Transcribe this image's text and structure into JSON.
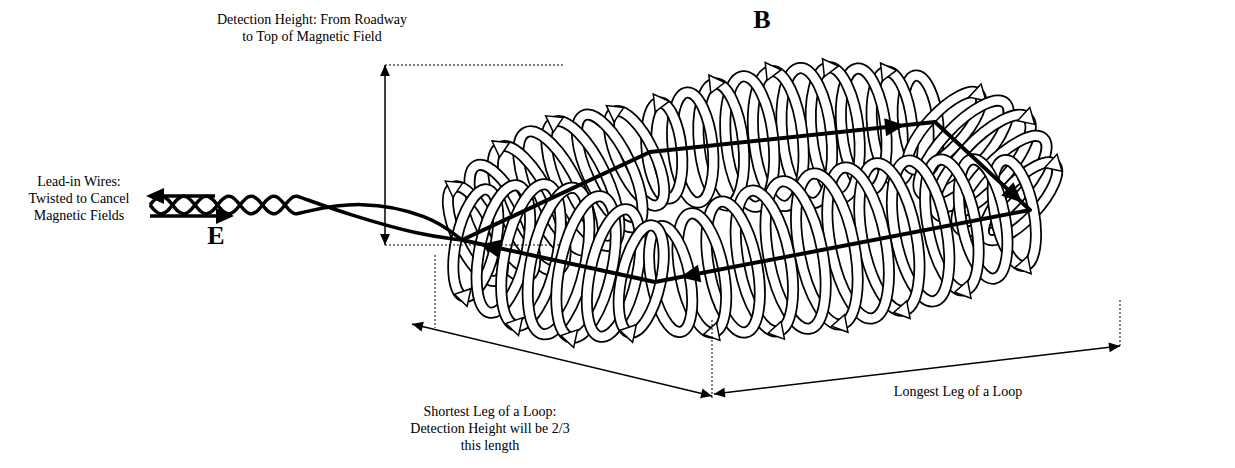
{
  "diagram": {
    "labels": [
      "Lead-in Wires: Twisted to Cancel Magnetic Fields",
      "E",
      "Detection Height: From Roadway to Top of Magnetic Field",
      "B",
      "Shortest Leg of a Loop: Detection Height will be 2/3 this length",
      "Longest Leg of a Loop"
    ]
  }
}
